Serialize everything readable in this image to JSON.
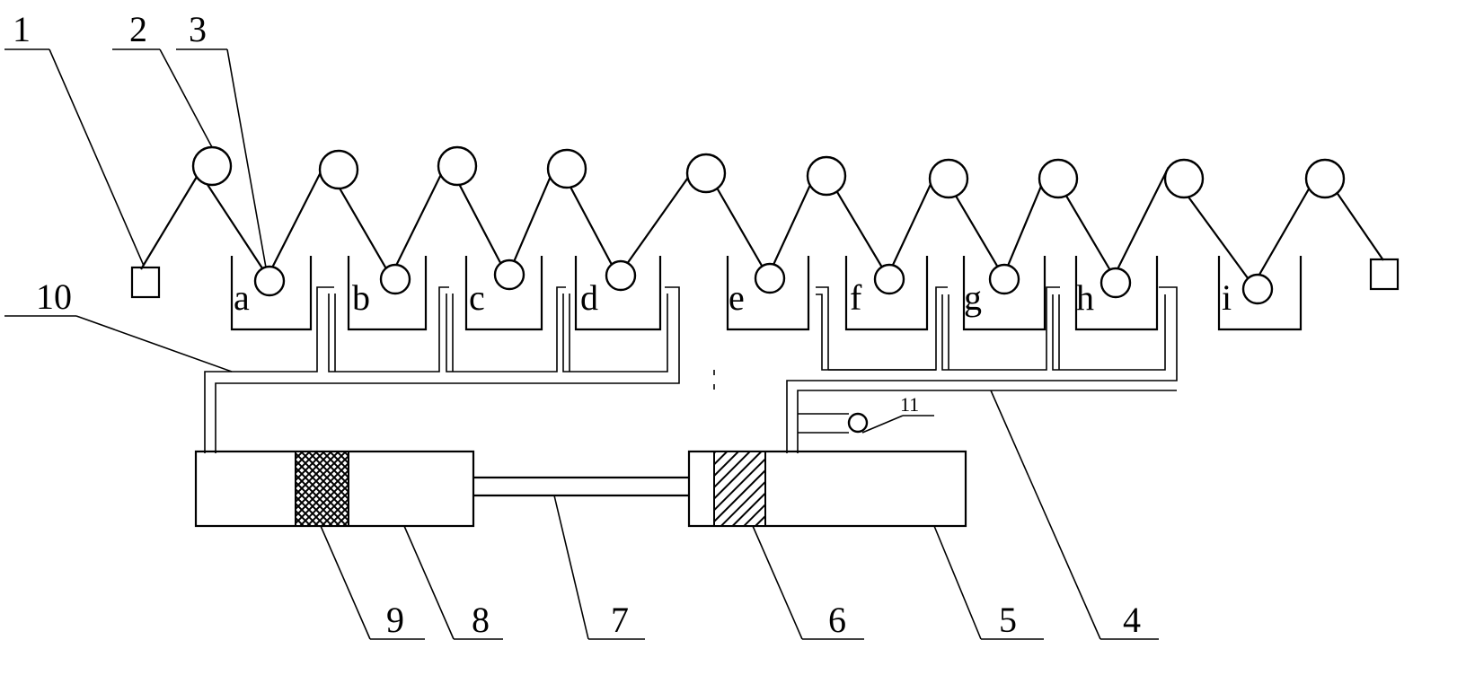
{
  "diagram": {
    "tank_labels": [
      "a",
      "b",
      "c",
      "d",
      "e",
      "f",
      "g",
      "h",
      "i"
    ],
    "callouts": {
      "n1": "1",
      "n2": "2",
      "n3": "3",
      "n4": "4",
      "n5": "5",
      "n6": "6",
      "n7": "7",
      "n8": "8",
      "n9": "9",
      "n10": "10",
      "n11": "11"
    }
  }
}
